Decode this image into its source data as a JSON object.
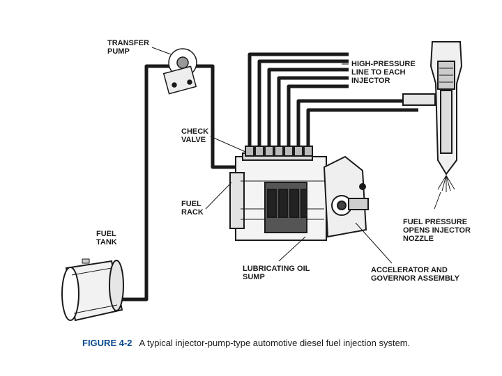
{
  "labels": {
    "transfer_pump": [
      "TRANSFER",
      "PUMP"
    ],
    "high_pressure": [
      "HIGH-PRESSURE",
      "LINE TO EACH",
      "INJECTOR"
    ],
    "check_valve": [
      "CHECK",
      "VALVE"
    ],
    "fuel_rack": [
      "FUEL",
      "RACK"
    ],
    "fuel_tank": [
      "FUEL",
      "TANK"
    ],
    "lube_sump": [
      "LUBRICATING OIL",
      "SUMP"
    ],
    "accelerator": [
      "ACCELERATOR AND",
      "GOVERNOR ASSEMBLY"
    ],
    "fuel_pressure": [
      "FUEL PRESSURE",
      "OPENS INJECTOR",
      "NOZZLE"
    ]
  },
  "caption": {
    "figure": "FIGURE 4-2",
    "text": "A typical injector-pump-type automotive diesel fuel injection system."
  },
  "colors": {
    "line": "#1a1a1a",
    "figure_label": "#0b4a8f"
  }
}
